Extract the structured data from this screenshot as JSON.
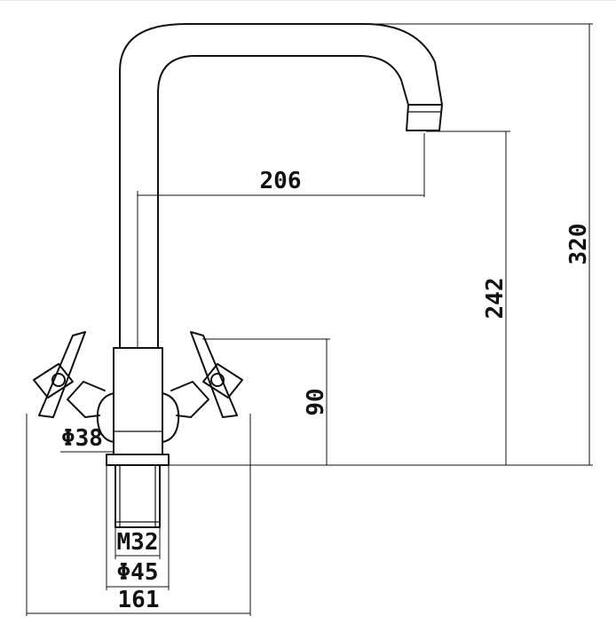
{
  "dimensions": {
    "spout_reach": "206",
    "spout_height": "242",
    "overall_height": "320",
    "handle_height": "90",
    "handle_diameter": "Φ38",
    "thread": "M32",
    "base_diameter": "Φ45",
    "overall_width": "161"
  },
  "colors": {
    "line": "#111111",
    "background": "#ffffff"
  }
}
